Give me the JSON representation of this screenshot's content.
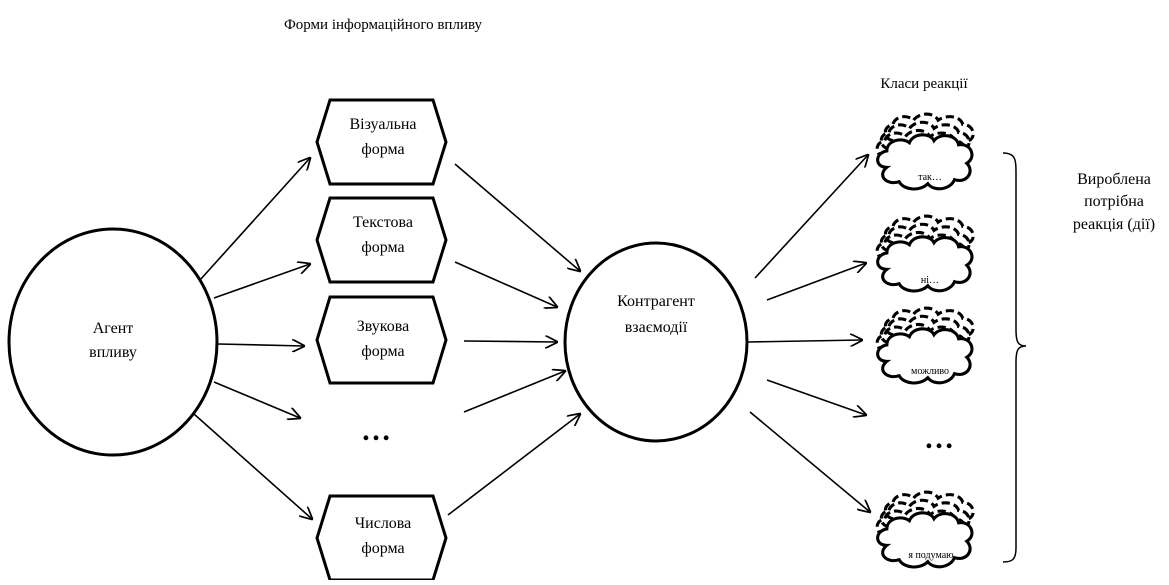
{
  "diagram": {
    "title": "Форми інформаційного впливу",
    "classes_title": "Класи реакції",
    "agent": {
      "line1": "Агент",
      "line2": "впливу"
    },
    "counterpart": {
      "line1": "Контрагент",
      "line2": "взаємодії"
    },
    "forms": [
      {
        "line1": "Візуальна",
        "line2": "форма"
      },
      {
        "line1": "Текстова",
        "line2": "форма"
      },
      {
        "line1": "Звукова",
        "line2": "форма"
      },
      {
        "line1": "Числова",
        "line2": "форма"
      }
    ],
    "forms_ellipsis": "…",
    "reactions": [
      {
        "label": "так…"
      },
      {
        "label": "ні…"
      },
      {
        "label": "можливо"
      },
      {
        "label": "я подумаю"
      }
    ],
    "reactions_ellipsis": "…",
    "result": {
      "line1": "Вироблена",
      "line2": "потрібна",
      "line3": "реакція (дії)"
    },
    "colors": {
      "stroke": "#000000",
      "background": "#ffffff"
    }
  }
}
